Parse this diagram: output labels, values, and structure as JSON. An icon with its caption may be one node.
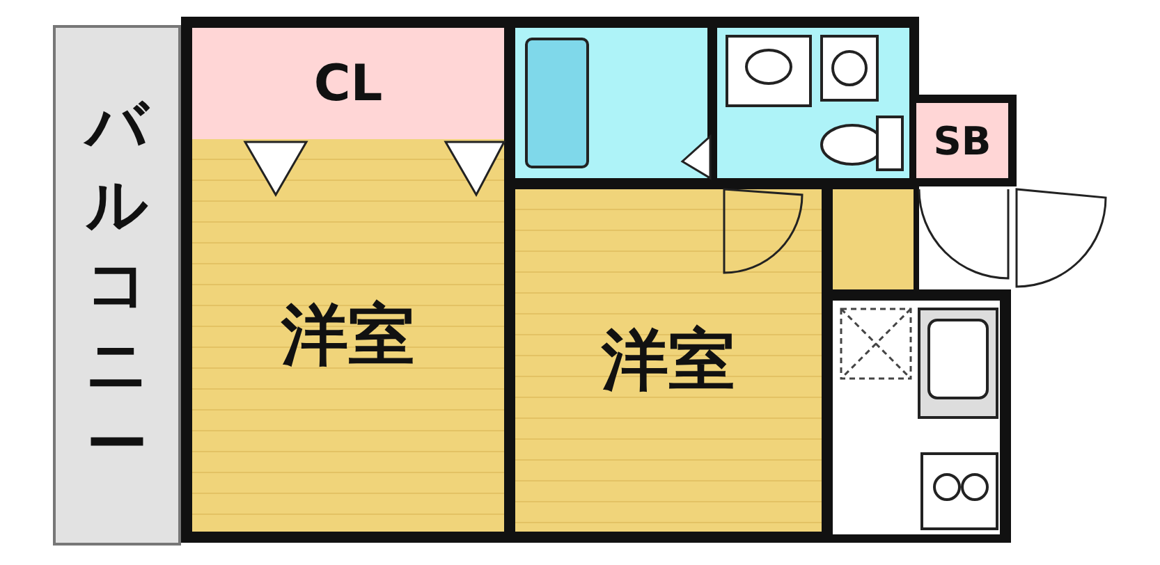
{
  "diagram": {
    "nodes": [
      {
        "text": [
          "バルコニー"
        ]
      },
      {
        "text": [
          "CL"
        ]
      },
      {
        "text": [
          "洋室"
        ]
      },
      {
        "text": [
          "洋室"
        ]
      },
      {
        "text": [
          "SB"
        ]
      }
    ],
    "edges": []
  }
}
